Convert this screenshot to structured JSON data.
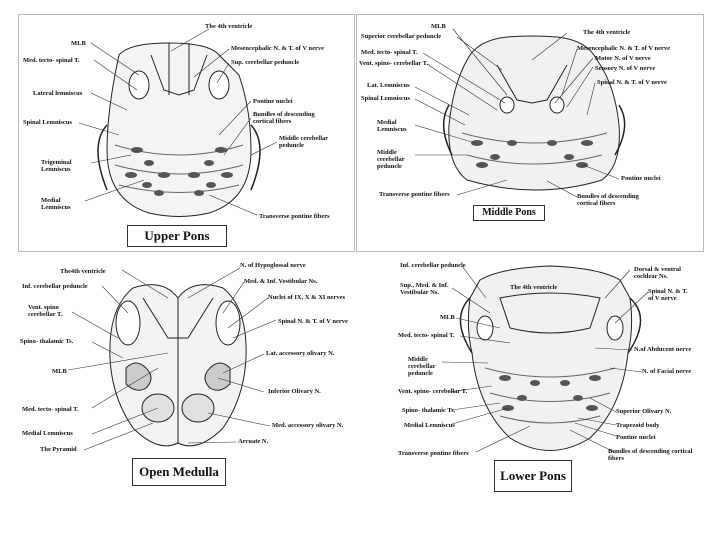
{
  "panels": {
    "upper_pons": {
      "title": "Upper Pons",
      "labels": {
        "fourth_ventricle": "The 4th ventricle",
        "mlb": "MLB",
        "med_tecto_spinal": "Med. tecto- spinal T.",
        "mesencephalic": "Mesencephalic N. & T. of V nerve",
        "sup_cerebellar_peduncle": "Sup. cerebellar peduncle",
        "lateral_lemniscus": "Lateral lemniscus",
        "pontine_nuclei": "Pontine nuclei",
        "spinal_lemniscus": "Spinal Lemniscus",
        "bundles_descending": "Bundles of descending cortical fibers",
        "trigeminal_lemniscus": "Trigeminal Lemniscus",
        "middle_cerebellar_peduncle": "Middle cerebellar peduncle",
        "medial_lemniscus": "Medial Lemniscus",
        "transverse_pontine": "Transverse pontine fibers"
      }
    },
    "middle_pons": {
      "title": "Middle Pons",
      "labels": {
        "mlb": "MLB",
        "superior_cerebellar_peduncle": "Superior cerebellar peduncle",
        "fourth_ventricle": "The 4th ventricle",
        "med_tecto_spinal": "Med. tecto- spinal T.",
        "mesencephalic": "Mesencephalic N. & T. of V nerve",
        "vent_spino_cerebellar": "Vent. spino- cerebellar T.",
        "motor_v": "Motor N. of V nerve",
        "sensory_v": "Sensory N. of V nerve",
        "lat_lemniscus": "Lat. Lemniscus",
        "spinal_nt_v": "Spinal N. & T. of V nerve",
        "spinal_lemniscus": "Spinal Lemniscus",
        "medial_lemniscus": "Medial Lemniscus",
        "middle_cerebellar_peduncle": "Middle cerebellar peduncle",
        "pontine_nuclei": "Pontine nuclei",
        "transverse_pontine": "Transverse pontine fibers",
        "bundles_descending": "Bundles of descending cortical fibers"
      }
    },
    "open_medulla": {
      "title": "Open Medulla",
      "labels": {
        "fourth_ventricle": "The4th ventricle",
        "hypoglossal": "N. of Hypoglossal nerve",
        "inf_cerebellar_peduncle": "Inf. cerebellar peduncle",
        "vestibular": "Med. & Inf. Vestibular Ns.",
        "vent_spino_cerebellar": "Vent. spino cerebellar T.",
        "nuclei_ix_x_xi": "Nuclei of IX, X & XI nerves",
        "spinal_nt_v": "Spinal N. & T. of V nerve",
        "spino_thalamic": "Spino- thalamic Ts.",
        "lat_accessory_olivary": "Lat. accessory olivary N.",
        "mlb": "MLB",
        "inferior_olivary": "Inferior Olivary N.",
        "med_tecto_spinal": "Med. tecto- spinal T.",
        "medial_lemniscus": "Medial Lemniscus",
        "med_accessory_olivary": "Med. accessory olivary N.",
        "pyramid": "The Pyramid",
        "arcuate": "Arcuate N."
      }
    },
    "lower_pons": {
      "title": "Lower Pons",
      "labels": {
        "inf_cerebellar_peduncle": "Inf. cerebellar peduncle",
        "dorsal_ventral_cochlear": "Dorsal & ventral cochlear Ns.",
        "sup_med_inf_vestibular": "Sup., Med. & Inf. Vestibular Ns.",
        "fourth_ventricle": "The 4th ventricle",
        "spinal_nt_v": "Spinal N. & T. of V nerve",
        "mlb": "MLB",
        "med_tecto_spinal": "Med. tecto- spinal T.",
        "abducent": "N.of Abducent nerve",
        "middle_cerebellar_peduncle": "Middle cerebellar peduncle",
        "facial": "N. of Facial nerve",
        "vent_spino_cerebellar": "Vent. spino- cerebellar T.",
        "spino_thalamic": "Spino- thalamic Ts.",
        "superior_olivary": "Superior Olivary N.",
        "medial_lemniscus": "Medial Lemniscus",
        "trapezoid": "Trapezoid body",
        "pontine_nuclei": "Pontine nuclei",
        "transverse_pontine": "Transverse pontine fibers",
        "bundles_descending": "Bundles of descending cortical fibers"
      }
    }
  }
}
